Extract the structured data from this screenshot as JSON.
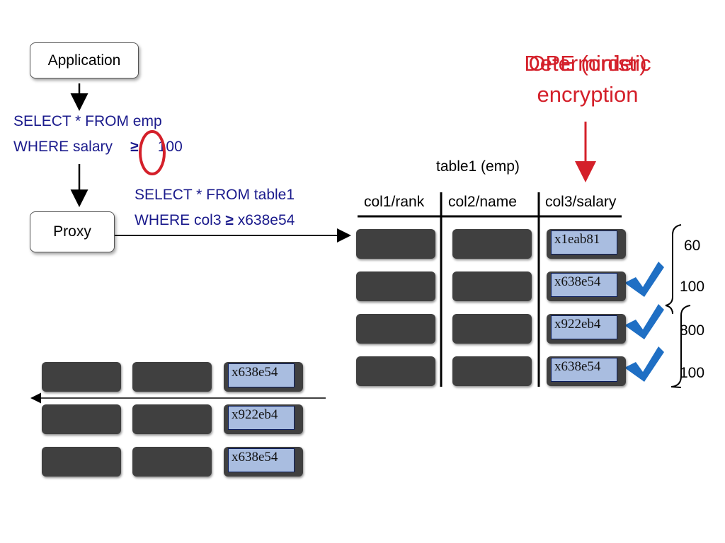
{
  "application_label": "Application",
  "proxy_label": "Proxy",
  "app_query": {
    "line1": "SELECT * FROM emp",
    "line2_prefix": "WHERE salary",
    "operator": "≥",
    "line2_value": "100"
  },
  "proxy_query": {
    "line1": "SELECT * FROM table1",
    "line2_prefix": "WHERE col3",
    "operator": "≥",
    "line2_value": "x638e54"
  },
  "encryption_title": {
    "overlap_a": "OPE (order)",
    "overlap_b": "Deterministic",
    "line2": "encryption"
  },
  "table": {
    "title": "table1 (emp)",
    "columns": [
      "col1/rank",
      "col2/name",
      "col3/salary"
    ],
    "ciphertexts": [
      "x1eab81",
      "x638e54",
      "x922eb4",
      "x638e54"
    ],
    "plaintext_values": [
      "60",
      "100",
      "800",
      "100"
    ],
    "checked_rows": [
      false,
      true,
      true,
      true
    ]
  },
  "result": {
    "ciphertexts": [
      "x638e54",
      "x922eb4",
      "x638e54"
    ]
  },
  "colors": {
    "query_text": "#1a1a8c",
    "highlight": "#d4202a",
    "cipher_fill": "#a9bde0",
    "cell_fill": "#404040",
    "check": "#1f6fc4"
  }
}
